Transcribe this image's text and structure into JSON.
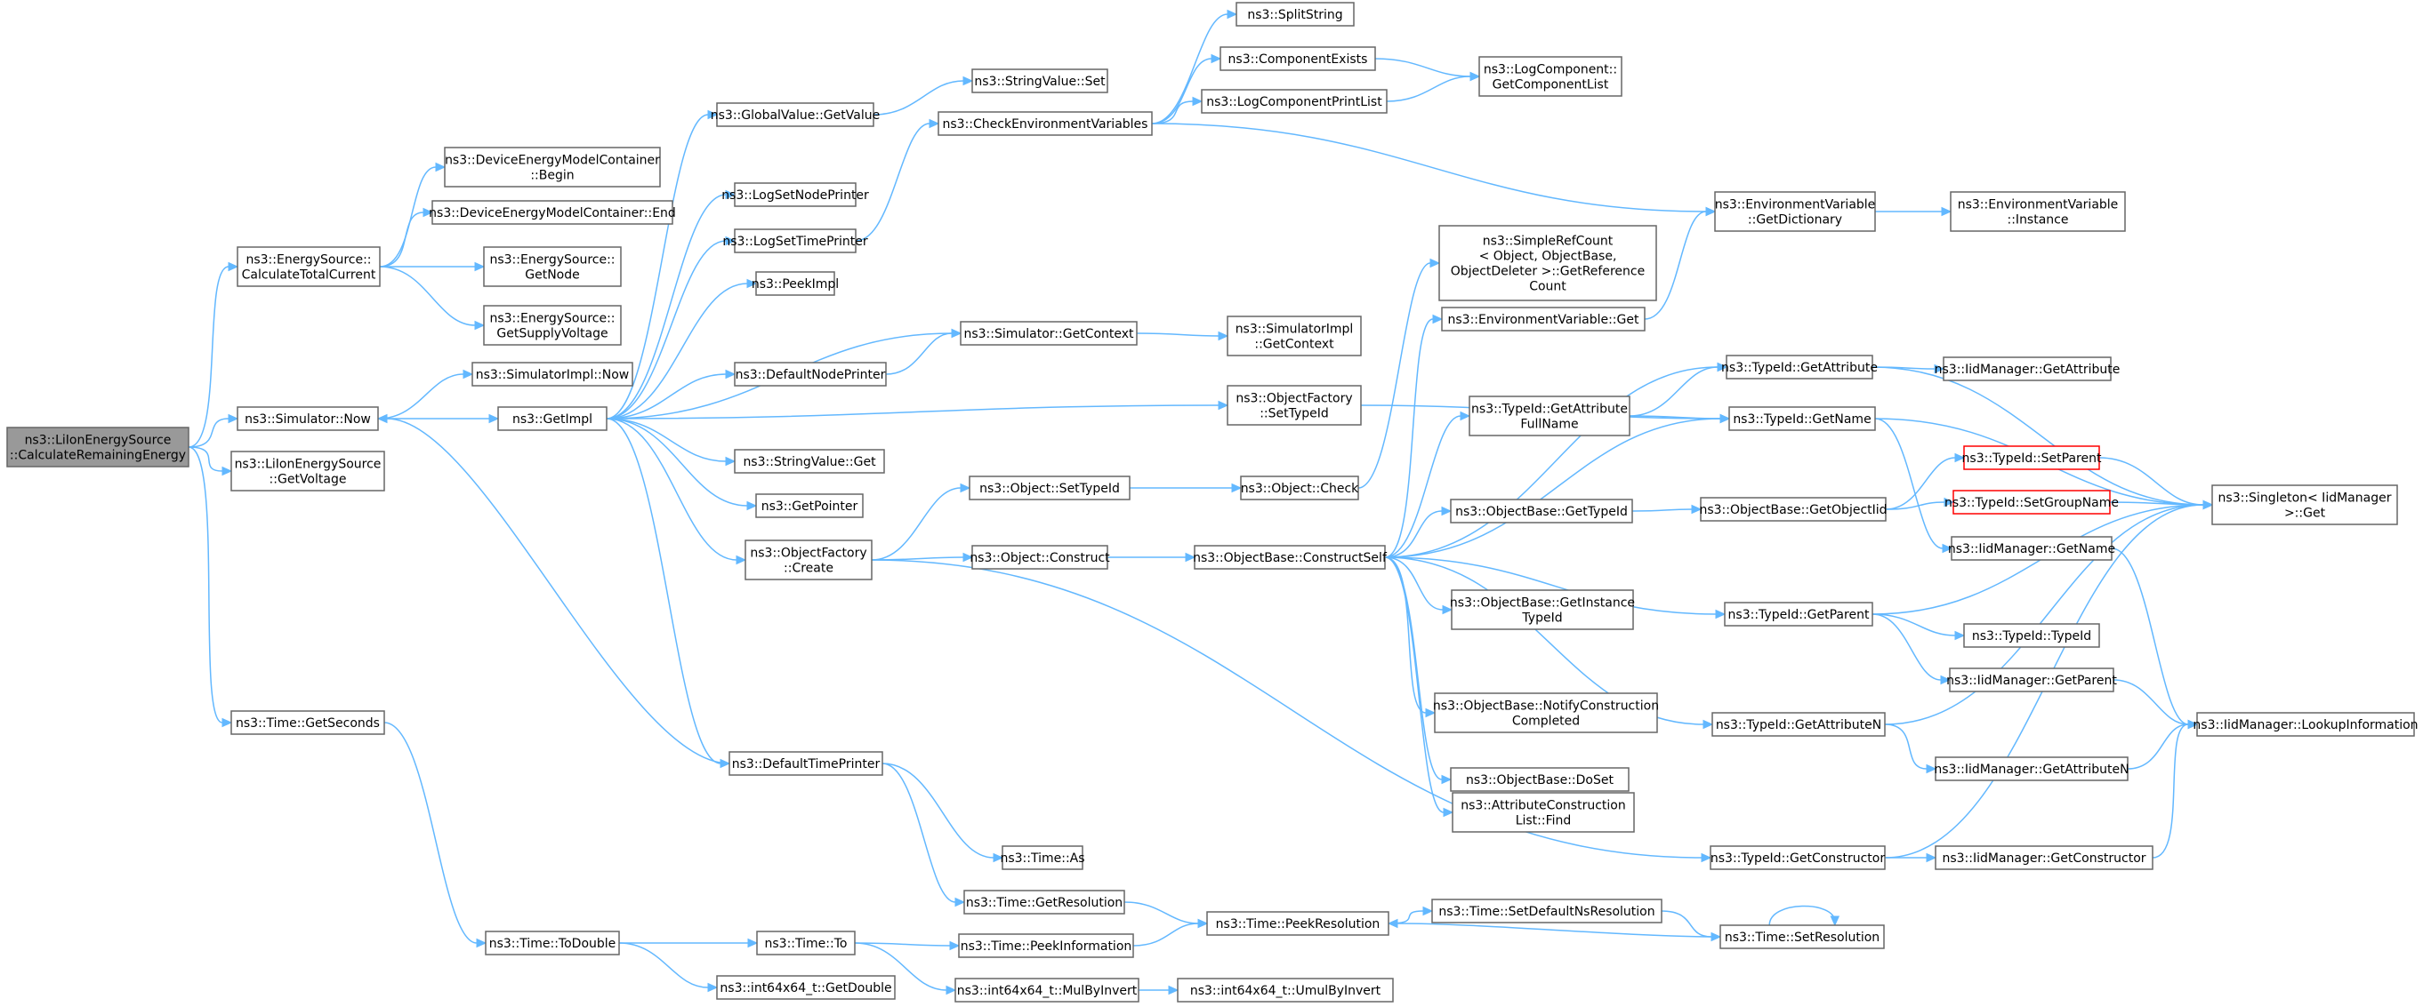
{
  "diagram": {
    "type": "call-graph",
    "colors": {
      "edge": "#63b8ff",
      "root_fill": "#999999",
      "node_border": "#666666",
      "highlight_border": "#ff0000"
    },
    "nodes": [
      {
        "id": "n1",
        "lines": [
          "ns3::LiIonEnergySource",
          "::CalculateRemainingEnergy"
        ]
      },
      {
        "id": "n2",
        "lines": [
          "ns3::EnergySource::",
          "CalculateTotalCurrent"
        ]
      },
      {
        "id": "n3",
        "lines": [
          "ns3::Simulator::Now"
        ]
      },
      {
        "id": "n4",
        "lines": [
          "ns3::LiIonEnergySource",
          "::GetVoltage"
        ]
      },
      {
        "id": "n5",
        "lines": [
          "ns3::Time::GetSeconds"
        ]
      },
      {
        "id": "n6",
        "lines": [
          "ns3::DeviceEnergyModelContainer",
          "::Begin"
        ]
      },
      {
        "id": "n7",
        "lines": [
          "ns3::DeviceEnergyModelContainer::End"
        ]
      },
      {
        "id": "n8",
        "lines": [
          "ns3::EnergySource::",
          "GetNode"
        ]
      },
      {
        "id": "n9",
        "lines": [
          "ns3::EnergySource::",
          "GetSupplyVoltage"
        ]
      },
      {
        "id": "n10",
        "lines": [
          "ns3::SimulatorImpl::Now"
        ]
      },
      {
        "id": "n11",
        "lines": [
          "ns3::GetImpl"
        ]
      },
      {
        "id": "n12",
        "lines": [
          "ns3::Time::ToDouble"
        ]
      },
      {
        "id": "n13",
        "lines": [
          "ns3::GlobalValue::GetValue"
        ]
      },
      {
        "id": "n14",
        "lines": [
          "ns3::LogSetNodePrinter"
        ]
      },
      {
        "id": "n15",
        "lines": [
          "ns3::LogSetTimePrinter"
        ]
      },
      {
        "id": "n16",
        "lines": [
          "ns3::PeekImpl"
        ]
      },
      {
        "id": "n17",
        "lines": [
          "ns3::DefaultNodePrinter"
        ]
      },
      {
        "id": "n18",
        "lines": [
          "ns3::StringValue::Get"
        ]
      },
      {
        "id": "n19",
        "lines": [
          "ns3::GetPointer"
        ]
      },
      {
        "id": "n20",
        "lines": [
          "ns3::ObjectFactory",
          "::Create"
        ]
      },
      {
        "id": "n21",
        "lines": [
          "ns3::DefaultTimePrinter"
        ]
      },
      {
        "id": "n22",
        "lines": [
          "ns3::Time::To"
        ]
      },
      {
        "id": "n23",
        "lines": [
          "ns3::int64x64_t::GetDouble"
        ]
      },
      {
        "id": "n24",
        "lines": [
          "ns3::StringValue::Set"
        ]
      },
      {
        "id": "n25",
        "lines": [
          "ns3::CheckEnvironmentVariables"
        ]
      },
      {
        "id": "n26",
        "lines": [
          "ns3::Simulator::GetContext"
        ]
      },
      {
        "id": "n27",
        "lines": [
          "ns3::Object::SetTypeId"
        ]
      },
      {
        "id": "n28",
        "lines": [
          "ns3::Object::Construct"
        ]
      },
      {
        "id": "n29",
        "lines": [
          "ns3::Time::As"
        ]
      },
      {
        "id": "n30",
        "lines": [
          "ns3::Time::GetResolution"
        ]
      },
      {
        "id": "n31",
        "lines": [
          "ns3::Time::PeekInformation"
        ]
      },
      {
        "id": "n32",
        "lines": [
          "ns3::int64x64_t::MulByInvert"
        ]
      },
      {
        "id": "n33",
        "lines": [
          "ns3::SplitString"
        ]
      },
      {
        "id": "n34",
        "lines": [
          "ns3::ComponentExists"
        ]
      },
      {
        "id": "n35",
        "lines": [
          "ns3::LogComponentPrintList"
        ]
      },
      {
        "id": "n36",
        "lines": [
          "ns3::SimulatorImpl",
          "::GetContext"
        ]
      },
      {
        "id": "n37",
        "lines": [
          "ns3::ObjectFactory",
          "::SetTypeId"
        ]
      },
      {
        "id": "n38",
        "lines": [
          "ns3::Object::Check"
        ]
      },
      {
        "id": "n39",
        "lines": [
          "ns3::ObjectBase::ConstructSelf"
        ]
      },
      {
        "id": "n40",
        "lines": [
          "ns3::Time::PeekResolution"
        ]
      },
      {
        "id": "n41",
        "lines": [
          "ns3::int64x64_t::UmulByInvert"
        ]
      },
      {
        "id": "n42",
        "lines": [
          "ns3::LogComponent::",
          "GetComponentList"
        ]
      },
      {
        "id": "n43",
        "lines": [
          "ns3::SimpleRefCount",
          "< Object, ObjectBase,",
          "ObjectDeleter >::GetReference",
          "Count"
        ]
      },
      {
        "id": "n44",
        "lines": [
          "ns3::EnvironmentVariable::Get"
        ]
      },
      {
        "id": "n45",
        "lines": [
          "ns3::TypeId::GetAttribute",
          "FullName"
        ]
      },
      {
        "id": "n46",
        "lines": [
          "ns3::ObjectBase::GetTypeId"
        ]
      },
      {
        "id": "n47",
        "lines": [
          "ns3::ObjectBase::GetInstance",
          "TypeId"
        ]
      },
      {
        "id": "n48",
        "lines": [
          "ns3::ObjectBase::NotifyConstruction",
          "Completed"
        ]
      },
      {
        "id": "n49",
        "lines": [
          "ns3::ObjectBase::DoSet"
        ]
      },
      {
        "id": "n50",
        "lines": [
          "ns3::AttributeConstruction",
          "List::Find"
        ]
      },
      {
        "id": "n51",
        "lines": [
          "ns3::Time::SetDefaultNsResolution"
        ]
      },
      {
        "id": "n52",
        "lines": [
          "ns3::Time::SetResolution"
        ]
      },
      {
        "id": "n53",
        "lines": [
          "ns3::EnvironmentVariable",
          "::GetDictionary"
        ]
      },
      {
        "id": "n54",
        "lines": [
          "ns3::TypeId::GetAttribute"
        ]
      },
      {
        "id": "n55",
        "lines": [
          "ns3::TypeId::GetName"
        ]
      },
      {
        "id": "n56",
        "lines": [
          "ns3::ObjectBase::GetObjectIid"
        ]
      },
      {
        "id": "n57",
        "lines": [
          "ns3::TypeId::GetParent"
        ]
      },
      {
        "id": "n58",
        "lines": [
          "ns3::TypeId::GetAttributeN"
        ]
      },
      {
        "id": "n59",
        "lines": [
          "ns3::TypeId::GetConstructor"
        ]
      },
      {
        "id": "n60",
        "lines": [
          "ns3::EnvironmentVariable",
          "::Instance"
        ]
      },
      {
        "id": "n61",
        "lines": [
          "ns3::IidManager::GetAttribute"
        ]
      },
      {
        "id": "n62",
        "lines": [
          "ns3::TypeId::SetParent"
        ]
      },
      {
        "id": "n63",
        "lines": [
          "ns3::TypeId::SetGroupName"
        ]
      },
      {
        "id": "n64",
        "lines": [
          "ns3::IidManager::GetName"
        ]
      },
      {
        "id": "n65",
        "lines": [
          "ns3::TypeId::TypeId"
        ]
      },
      {
        "id": "n66",
        "lines": [
          "ns3::IidManager::GetParent"
        ]
      },
      {
        "id": "n67",
        "lines": [
          "ns3::IidManager::GetAttributeN"
        ]
      },
      {
        "id": "n68",
        "lines": [
          "ns3::IidManager::GetConstructor"
        ]
      },
      {
        "id": "n69",
        "lines": [
          "ns3::Singleton< IidManager",
          ">::Get"
        ]
      },
      {
        "id": "n70",
        "lines": [
          "ns3::IidManager::LookupInformation"
        ]
      }
    ],
    "edges": [
      [
        "n1",
        "n2"
      ],
      [
        "n1",
        "n3"
      ],
      [
        "n1",
        "n4"
      ],
      [
        "n1",
        "n5"
      ],
      [
        "n2",
        "n6"
      ],
      [
        "n2",
        "n7"
      ],
      [
        "n2",
        "n8"
      ],
      [
        "n2",
        "n9"
      ],
      [
        "n3",
        "n10"
      ],
      [
        "n3",
        "n11"
      ],
      [
        "n5",
        "n12"
      ],
      [
        "n11",
        "n13"
      ],
      [
        "n11",
        "n14"
      ],
      [
        "n11",
        "n15"
      ],
      [
        "n11",
        "n16"
      ],
      [
        "n11",
        "n17"
      ],
      [
        "n11",
        "n18"
      ],
      [
        "n11",
        "n19"
      ],
      [
        "n11",
        "n20"
      ],
      [
        "n11",
        "n21"
      ],
      [
        "n11",
        "n26"
      ],
      [
        "n11",
        "n37"
      ],
      [
        "n12",
        "n22"
      ],
      [
        "n12",
        "n23"
      ],
      [
        "n13",
        "n24"
      ],
      [
        "n15",
        "n25"
      ],
      [
        "n17",
        "n26"
      ],
      [
        "n20",
        "n27"
      ],
      [
        "n20",
        "n28"
      ],
      [
        "n20",
        "n59"
      ],
      [
        "n21",
        "n3"
      ],
      [
        "n21",
        "n29"
      ],
      [
        "n21",
        "n30"
      ],
      [
        "n22",
        "n31"
      ],
      [
        "n22",
        "n32"
      ],
      [
        "n25",
        "n33"
      ],
      [
        "n25",
        "n34"
      ],
      [
        "n25",
        "n35"
      ],
      [
        "n25",
        "n53"
      ],
      [
        "n26",
        "n36"
      ],
      [
        "n27",
        "n38"
      ],
      [
        "n28",
        "n39"
      ],
      [
        "n30",
        "n40"
      ],
      [
        "n31",
        "n40"
      ],
      [
        "n32",
        "n41"
      ],
      [
        "n34",
        "n42"
      ],
      [
        "n35",
        "n42"
      ],
      [
        "n37",
        "n55"
      ],
      [
        "n38",
        "n43"
      ],
      [
        "n39",
        "n44"
      ],
      [
        "n39",
        "n45"
      ],
      [
        "n39",
        "n54"
      ],
      [
        "n39",
        "n55"
      ],
      [
        "n39",
        "n46"
      ],
      [
        "n39",
        "n47"
      ],
      [
        "n39",
        "n48"
      ],
      [
        "n39",
        "n49"
      ],
      [
        "n39",
        "n50"
      ],
      [
        "n39",
        "n57"
      ],
      [
        "n39",
        "n58"
      ],
      [
        "n40",
        "n51"
      ],
      [
        "n44",
        "n53"
      ],
      [
        "n45",
        "n54"
      ],
      [
        "n45",
        "n55"
      ],
      [
        "n46",
        "n56"
      ],
      [
        "n51",
        "n52"
      ],
      [
        "n52",
        "n40"
      ],
      [
        "n52",
        "n52"
      ],
      [
        "n53",
        "n60"
      ],
      [
        "n54",
        "n61"
      ],
      [
        "n54",
        "n69"
      ],
      [
        "n55",
        "n69"
      ],
      [
        "n55",
        "n64"
      ],
      [
        "n56",
        "n62"
      ],
      [
        "n56",
        "n63"
      ],
      [
        "n57",
        "n69"
      ],
      [
        "n57",
        "n65"
      ],
      [
        "n57",
        "n66"
      ],
      [
        "n58",
        "n67"
      ],
      [
        "n58",
        "n69"
      ],
      [
        "n59",
        "n68"
      ],
      [
        "n59",
        "n69"
      ],
      [
        "n62",
        "n69"
      ],
      [
        "n63",
        "n69"
      ],
      [
        "n64",
        "n70"
      ],
      [
        "n66",
        "n70"
      ],
      [
        "n67",
        "n70"
      ],
      [
        "n68",
        "n70"
      ]
    ]
  }
}
